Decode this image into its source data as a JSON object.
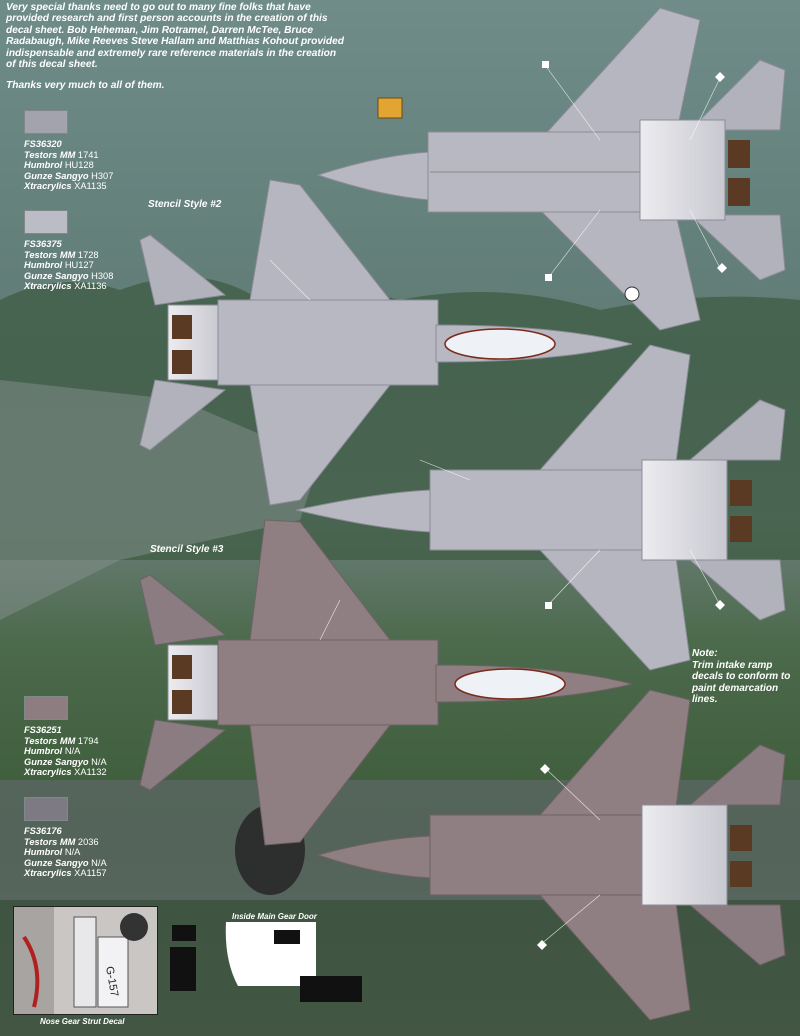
{
  "thanks": {
    "paragraph": "Very special thanks need to go out to many fine folks that have provided research and first person accounts in the creation of this decal sheet.  Bob Heheman, Jim Rotramel, Darren McTee, Bruce Radabaugh, Mike Reeves Steve Hallam and Matthias Kohout provided indispensable and extremely rare reference materials in the creation of this decal sheet.",
    "closing": "Thanks very much to all of them."
  },
  "paints": [
    {
      "fs": "FS36320",
      "color": "#a3a3ad",
      "lines": [
        {
          "brand": "Testors MM",
          "value": "1741"
        },
        {
          "brand": "Humbrol",
          "value": "HU128"
        },
        {
          "brand": "Gunze Sangyo",
          "value": "H307"
        },
        {
          "brand": "Xtracrylics",
          "value": "XA1135"
        }
      ]
    },
    {
      "fs": "FS36375",
      "color": "#bbbcc5",
      "lines": [
        {
          "brand": "Testors MM",
          "value": "1728"
        },
        {
          "brand": "Humbrol",
          "value": "HU127"
        },
        {
          "brand": "Gunze Sangyo",
          "value": "H308"
        },
        {
          "brand": "Xtracrylics",
          "value": "XA1136"
        }
      ]
    },
    {
      "fs": "FS36251",
      "color": "#8d7d80",
      "lines": [
        {
          "brand": "Testors MM",
          "value": "1794"
        },
        {
          "brand": "Humbrol",
          "value": "N/A"
        },
        {
          "brand": "Gunze Sangyo",
          "value": "N/A"
        },
        {
          "brand": "Xtracrylics",
          "value": "XA1132"
        }
      ]
    },
    {
      "fs": "FS36176",
      "color": "#7e7a84",
      "lines": [
        {
          "brand": "Testors MM",
          "value": "2036"
        },
        {
          "brand": "Humbrol",
          "value": "N/A"
        },
        {
          "brand": "Gunze Sangyo",
          "value": "N/A"
        },
        {
          "brand": "Xtracrylics",
          "value": "XA1157"
        }
      ]
    }
  ],
  "stencils": {
    "style2": "Stencil Style #2",
    "style3": "Stencil Style #3"
  },
  "note": {
    "heading": "Note:",
    "body": "Trim intake ramp decals to conform to paint demarcation lines."
  },
  "captions": {
    "nose_gear": "Nose Gear Strut Decal",
    "main_gear_door": "Inside Main Gear Door"
  },
  "colors": {
    "sky": "#6f8784",
    "grass": "#3f5a3a",
    "ghost_gray": "#b4b4bd",
    "camo_brown": "#8f7f82",
    "canopy": "#e8ecf2"
  }
}
